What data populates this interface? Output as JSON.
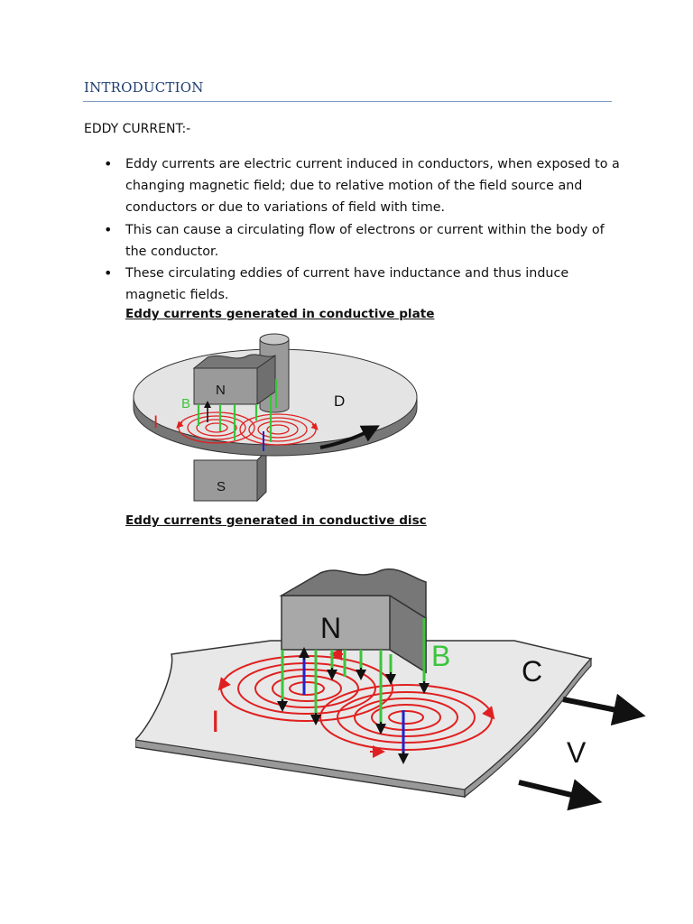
{
  "heading": "INTRODUCTION",
  "section_title": "EDDY CURRENT:-",
  "bullets": [
    "Eddy currents are electric current induced in conductors, when exposed to a changing magnetic field; due to relative motion of the field source and conductors or due to variations of field with time.",
    "This can cause a circulating flow of electrons or current within the body of the conductor.",
    "These circulating eddies of current have inductance and thus induce magnetic fields."
  ],
  "figure1": {
    "caption": "Eddy currents generated in conductive plate",
    "labels": {
      "north": "N",
      "south": "S",
      "disc": "D",
      "field": "B",
      "current": "I"
    }
  },
  "figure2": {
    "caption": "Eddy currents generated in conductive disc",
    "labels": {
      "north": "N",
      "plate": "C",
      "velocity": "V",
      "field": "B",
      "current": "I"
    }
  },
  "colors": {
    "heading": "#1f3e6e",
    "rule": "#7e9bc4",
    "field_lines": "#3cc43c",
    "eddy_current": "#e02020",
    "induced_field": "#2222cc"
  }
}
